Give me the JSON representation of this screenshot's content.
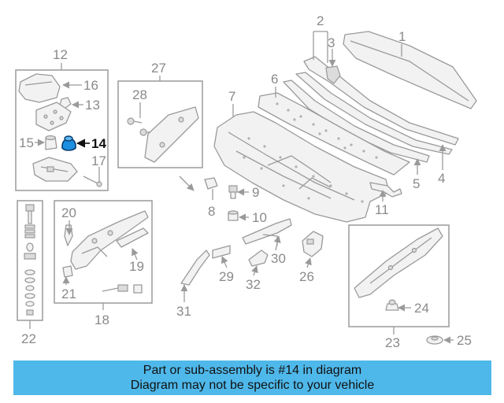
{
  "callouts": {
    "c1": "1",
    "c2": "2",
    "c3": "3",
    "c4": "4",
    "c5": "5",
    "c6": "6",
    "c7": "7",
    "c8": "8",
    "c9": "9",
    "c10": "10",
    "c11": "11",
    "c12": "12",
    "c13": "13",
    "c14": "14",
    "c15": "15",
    "c16": "16",
    "c17": "17",
    "c18": "18",
    "c19": "19",
    "c20": "20",
    "c21": "21",
    "c22": "22",
    "c23": "23",
    "c24": "24",
    "c25": "25",
    "c26": "26",
    "c27": "27",
    "c28": "28",
    "c29": "29",
    "c30": "30",
    "c31": "31",
    "c32": "32"
  },
  "highlight": {
    "part_number": "14",
    "color": "#1d8fe0"
  },
  "banner": {
    "line1": "Part or sub-assembly is #14 in diagram",
    "line2": "Diagram may not be specific to your vehicle",
    "color": "#4fb8ea"
  }
}
